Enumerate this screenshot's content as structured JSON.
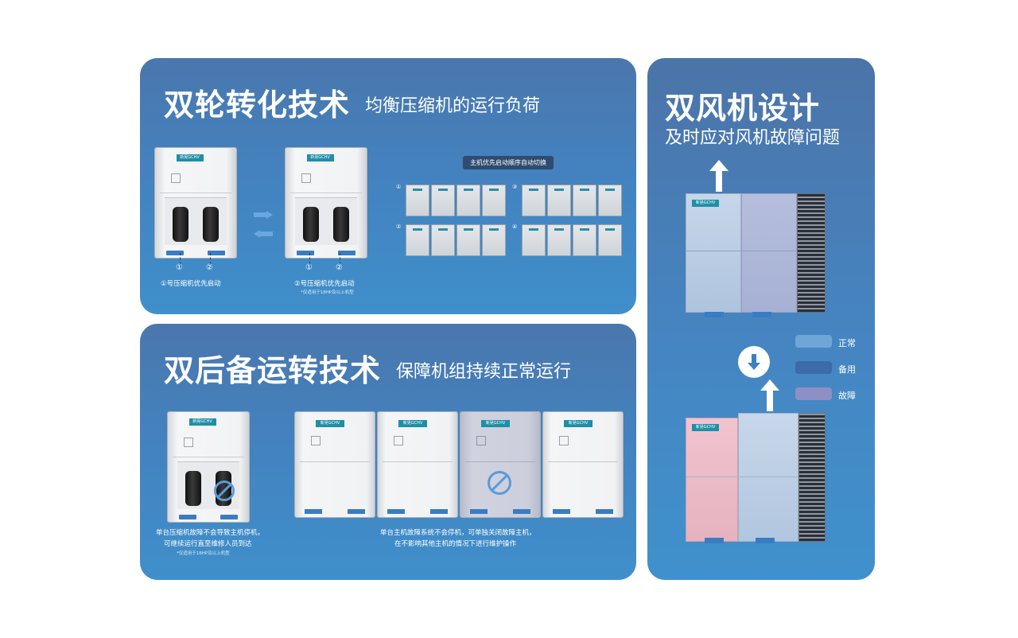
{
  "brand": "新晃GCHV",
  "panel_top": {
    "title": "双轮转化技术",
    "subtitle": "均衡压缩机的运行负荷",
    "num1": "①",
    "num2": "②",
    "caption_a": "①号压缩机优先启动",
    "caption_b": "②号压缩机优先启动",
    "note_b": "*仅适用于18HP及以上机型",
    "pill": "主机优先启动顺序自动切换",
    "row1": "①",
    "row2": "②",
    "row3": "③",
    "row4": "④"
  },
  "panel_bottom": {
    "title": "双后备运转技术",
    "subtitle": "保障机组持续正常运行",
    "caption_left_1": "单台压缩机故障不会导致主机停机，",
    "caption_left_2": "可继续运行直至维修人员到达",
    "note_left": "*仅适用于18HP及以上机型",
    "caption_right_1": "单台主机故障系统不会停机，可单独关闭故障主机，",
    "caption_right_2": "在不影响其他主机的情况下进行维护操作"
  },
  "panel_right": {
    "title": "双风机设计",
    "subtitle": "及时应对风机故障问题",
    "legend": [
      {
        "label": "正常",
        "color": "#6fa6d8"
      },
      {
        "label": "备用",
        "color": "#3d6aa8"
      },
      {
        "label": "故障",
        "color": "#8e8fc4"
      }
    ]
  }
}
